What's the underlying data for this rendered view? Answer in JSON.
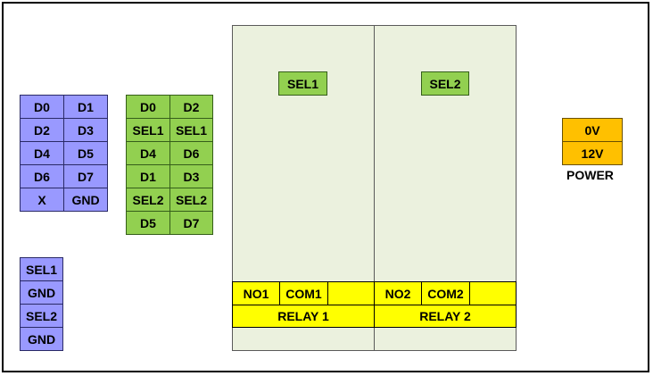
{
  "colors": {
    "blue": "#9999ff",
    "green": "#92d050",
    "relay_body": "#ebf1de",
    "relay_strip": "#ffff00",
    "power": "#ffc000"
  },
  "blue_header": {
    "rows": [
      [
        "D0",
        "D1"
      ],
      [
        "D2",
        "D3"
      ],
      [
        "D4",
        "D5"
      ],
      [
        "D6",
        "D7"
      ],
      [
        "X",
        "GND"
      ]
    ]
  },
  "green_header": {
    "rows": [
      [
        "D0",
        "D2"
      ],
      [
        "SEL1",
        "SEL1"
      ],
      [
        "D4",
        "D6"
      ],
      [
        "D1",
        "D3"
      ],
      [
        "SEL2",
        "SEL2"
      ],
      [
        "D5",
        "D7"
      ]
    ]
  },
  "select_header": {
    "pins": [
      "SEL1",
      "GND",
      "SEL2",
      "GND"
    ]
  },
  "relay1": {
    "select": "SEL1",
    "no": "NO1",
    "com": "COM1",
    "name": "RELAY 1"
  },
  "relay2": {
    "select": "SEL2",
    "no": "NO2",
    "com": "COM2",
    "name": "RELAY 2"
  },
  "power": {
    "pins": [
      "0V",
      "12V"
    ],
    "label": "POWER"
  }
}
